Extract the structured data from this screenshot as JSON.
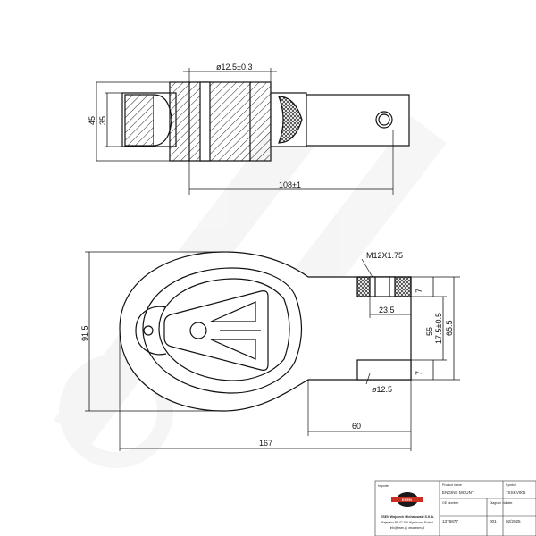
{
  "drawing": {
    "side_view": {
      "dim_pin_diameter": "ø12.5±0.3",
      "dim_height_outer": "45",
      "dim_height_inner": "35",
      "dim_length": "108±1"
    },
    "plan_view": {
      "dim_thread": "M12X1.75",
      "dim_overall_height": "91.5",
      "dim_top_offset": "7",
      "dim_bottom_offset": "7",
      "dim_tab_width": "23.5",
      "dim_tab_height": "17.5±0.5",
      "dim_right_55": "55",
      "dim_right_65": "65.5",
      "dim_hole": "ø12.5",
      "dim_60": "60",
      "dim_167": "167"
    }
  },
  "title_block": {
    "importer_label": "Importer",
    "company_line1": "ESEN Wojciech Michalowski S.K.A.",
    "company_line2": "Pajewska 85, 07-300 Wyszkowo, Poland",
    "company_line3": "info@esen.pl, www.esen.pl",
    "product_name_label": "Product name",
    "product_name": "ENGINE MOUNT",
    "symbol_label": "Symbol",
    "symbol": "7SSKV005",
    "oe_label": "OE Number",
    "oe_number": "1376877",
    "diagram_no_label": "Diagram No",
    "diagram_no": "001",
    "date_label": "Date",
    "date": "02/2025"
  }
}
